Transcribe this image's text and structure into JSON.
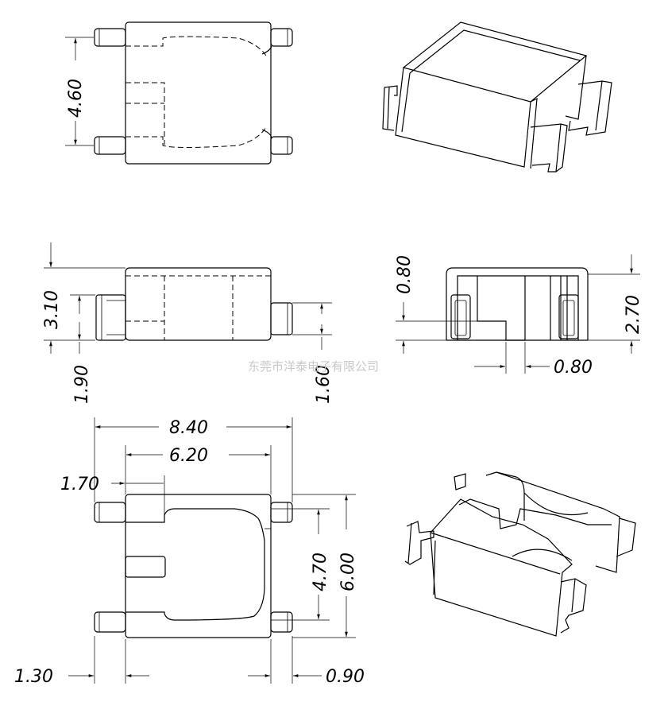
{
  "dimensions": {
    "top_height": "4.60",
    "side_height": "3.10",
    "side_lead_height": "1.90",
    "side_lead_right": "1.60",
    "front_top_gap": "0.80",
    "front_height": "2.70",
    "front_slot": "0.80",
    "overall_length": "8.40",
    "body_length": "6.20",
    "flange_width": "1.70",
    "inner_width": "4.70",
    "overall_width": "6.00",
    "left_lead": "1.30",
    "right_lead": "0.90"
  },
  "watermark": "东莞市洋泰电子有限公司"
}
